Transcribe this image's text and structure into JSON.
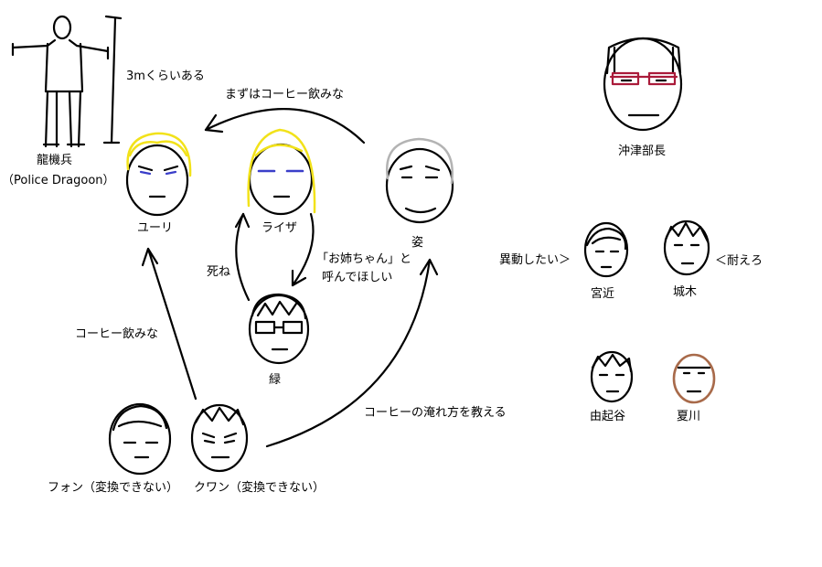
{
  "colors": {
    "ink": "#000000",
    "blond_hair": "#f2e21a",
    "gray_hair": "#b3b3b3",
    "red_glasses": "#aa1b3a",
    "blue_eyes": "#3a3ec9",
    "brown_face": "#a86a4a"
  },
  "characters": {
    "dragoon": "龍機兵",
    "dragoon_en": "（Police Dragoon）",
    "height_note": "3mくらいある",
    "yuri": "ユーリ",
    "liza": "ライザ",
    "sugata": "姿",
    "midori": "緑",
    "fon": "フォン（変換できない）",
    "kuwan": "クワン（変換できない）",
    "okitsu": "沖津部長",
    "miyachika": "宮近",
    "shiroki": "城木",
    "yukitani": "由起谷",
    "natsukawa": "夏川"
  },
  "relations": {
    "sugata_to_yuri": "まずはコーヒー飲みな",
    "liza_midori": "死ね",
    "midori_to_liza_1": "「お姉ちゃん」と",
    "midori_to_liza_2": "呼んでほしい",
    "kuwan_to_yuri": "コーヒー飲みな",
    "kuwan_to_sugata": "コーヒーの淹れ方を教える",
    "miyachika_note": "異動したい＞",
    "shiroki_note": "＜耐えろ"
  }
}
